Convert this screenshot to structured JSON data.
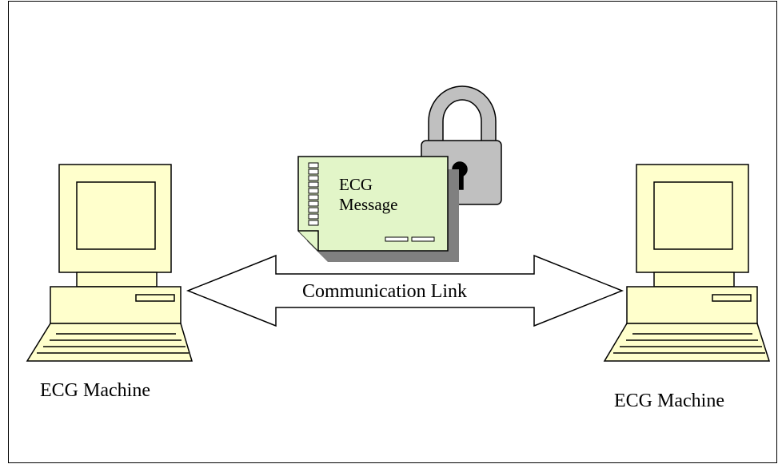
{
  "diagram": {
    "left_machine_label": "ECG Machine",
    "right_machine_label": "ECG Machine",
    "link_label": "Communication Link",
    "message_line1": "ECG",
    "message_line2": "Message"
  },
  "colors": {
    "computer_fill": "#FFFFCC",
    "message_fill": "#E2F5C8",
    "lock_fill": "#C0C0C0",
    "shadow": "#808080",
    "stroke": "#000000"
  },
  "icons": [
    "computer-icon",
    "document-icon",
    "padlock-icon",
    "double-arrow"
  ]
}
